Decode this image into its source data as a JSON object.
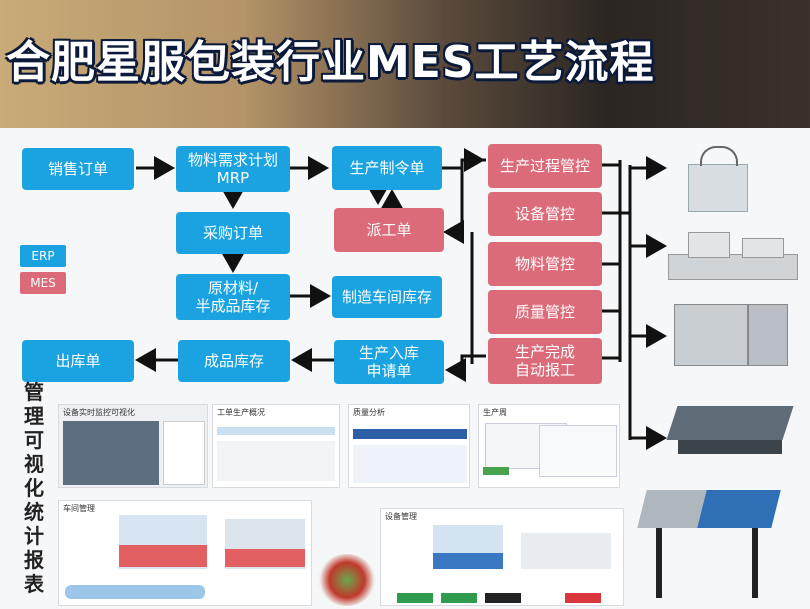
{
  "title": "合肥星服包装行业MES工艺流程",
  "legend": {
    "erp": "ERP",
    "mes": "MES"
  },
  "colors": {
    "erp": "#1aa3e0",
    "mes": "#dc6b7a"
  },
  "erp_boxes": {
    "sales_order": "销售订单",
    "mrp": [
      "物料需求计划",
      "MRP"
    ],
    "purchase_order": "采购订单",
    "raw_stock": [
      "原材料/",
      "半成品库存"
    ],
    "outbound": "出库单",
    "finished_stock": "成品库存",
    "production_order": "生产制令单",
    "workshop_stock": "制造车间库存",
    "inbound_request": [
      "生产入库",
      "申请单"
    ]
  },
  "mes_boxes": {
    "dispatch": "派工单",
    "process_control": "生产过程管控",
    "equipment_control": "设备管控",
    "material_control": "物料管控",
    "quality_control": "质量管控",
    "auto_report": [
      "生产完成",
      "自动报工"
    ]
  },
  "side_label": "管理可视化统计报表",
  "thumbnails": {
    "t1": "设备实时监控可视化",
    "t2": "工单生产概况",
    "t3": "质量分析",
    "t4": "生产周",
    "t5": "车间管理",
    "t6": "设备管理"
  }
}
